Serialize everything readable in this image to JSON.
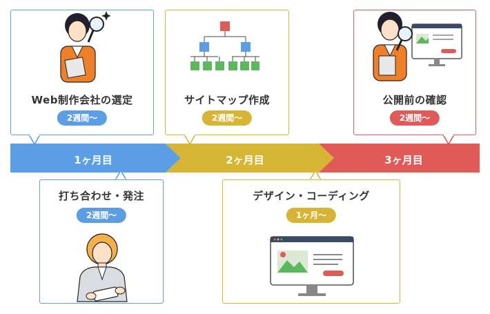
{
  "colors": {
    "blue": "#5b9ee6",
    "yellow": "#d6b535",
    "red": "#e05a57"
  },
  "timeline": {
    "months": [
      "1ヶ月目",
      "2ヶ月目",
      "3ヶ月目"
    ]
  },
  "steps": [
    {
      "title": "Web制作会社の選定",
      "duration": "2週間〜",
      "icon": "woman-magnifier-icon"
    },
    {
      "title": "サイトマップ作成",
      "duration": "2週間〜",
      "icon": "sitemap-icon"
    },
    {
      "title": "公開前の確認",
      "duration": "2週間〜",
      "icon": "woman-magnifier-monitor-icon"
    },
    {
      "title": "打ち合わせ・発注",
      "duration": "2週間〜",
      "icon": "woman-tablet-icon"
    },
    {
      "title": "デザイン・コーディング",
      "duration": "1ヶ月〜",
      "icon": "monitor-design-icon"
    }
  ]
}
